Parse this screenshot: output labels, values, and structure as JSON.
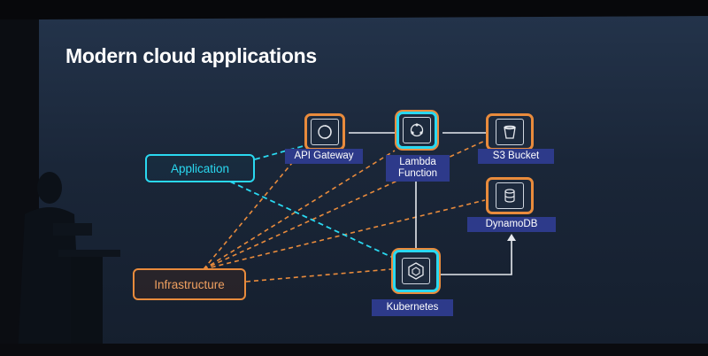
{
  "slide": {
    "title": "Modern cloud applications"
  },
  "nodes": {
    "application": "Application",
    "infrastructure": "Infrastructure",
    "api_gateway": "API Gateway",
    "lambda": "Lambda\nFunction",
    "s3": "S3 Bucket",
    "dynamodb": "DynamoDB",
    "kubernetes": "Kubernetes"
  },
  "colors": {
    "application_accent": "#2ad8f0",
    "infrastructure_accent": "#e98b3c",
    "label_background": "#2d3a8a",
    "slide_background": "#1a2638"
  }
}
